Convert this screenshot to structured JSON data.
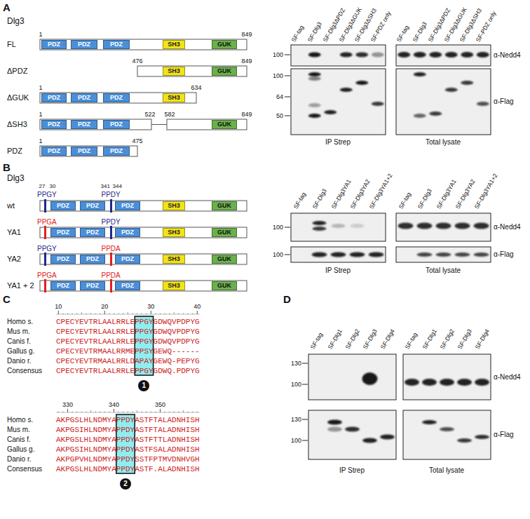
{
  "diagram": {
    "nodes": [
      {
        "text": [
          "PDZ"
        ]
      },
      {
        "text": [
          "PDZ"
        ]
      },
      {
        "text": [
          "PDZ"
        ]
      },
      {
        "text": [
          "SH3"
        ]
      },
      {
        "text": [
          "GUK"
        ]
      },
      {
        "text": [
          "SH3"
        ]
      },
      {
        "text": [
          "GUK"
        ]
      },
      {
        "text": [
          "PDZ"
        ]
      },
      {
        "text": [
          "PDZ"
        ]
      },
      {
        "text": [
          "PDZ"
        ]
      },
      {
        "text": [
          "SH3"
        ]
      },
      {
        "text": [
          "PDZ"
        ]
      },
      {
        "text": [
          "PDZ"
        ]
      },
      {
        "text": [
          "PDZ"
        ]
      },
      {
        "text": [
          "GUK"
        ]
      },
      {
        "text": [
          "PDZ"
        ]
      },
      {
        "text": [
          "PDZ"
        ]
      },
      {
        "text": [
          "PDZ"
        ]
      },
      {
        "text": [
          "PDZ"
        ]
      },
      {
        "text": [
          "PDZ"
        ]
      },
      {
        "text": [
          "PDZ"
        ]
      },
      {
        "text": [
          "SH3"
        ]
      },
      {
        "text": [
          "GUK"
        ]
      },
      {
        "text": [
          "PDZ"
        ]
      },
      {
        "text": [
          "PDZ"
        ]
      },
      {
        "text": [
          "PDZ"
        ]
      },
      {
        "text": [
          "SH3"
        ]
      },
      {
        "text": [
          "GUK"
        ]
      },
      {
        "text": [
          "PDZ"
        ]
      },
      {
        "text": [
          "PDZ"
        ]
      },
      {
        "text": [
          "PDZ"
        ]
      },
      {
        "text": [
          "SH3"
        ]
      },
      {
        "text": [
          "GUK"
        ]
      },
      {
        "text": [
          "PDZ"
        ]
      },
      {
        "text": [
          "PDZ"
        ]
      },
      {
        "text": [
          "PDZ"
        ]
      },
      {
        "text": [
          "SH3"
        ]
      },
      {
        "text": [
          "GUK"
        ]
      },
      {
        "text": [
          "1"
        ]
      },
      {
        "text": [
          "2"
        ]
      }
    ],
    "labels": [
      "A",
      "Dlg3",
      "FL",
      "1",
      "849",
      "ΔPDZ",
      "476",
      "849",
      "ΔGUK",
      "1",
      "634",
      "ΔSH3",
      "1",
      "522",
      "582",
      "849",
      "PDZ",
      "1",
      "475",
      "SF-tag",
      "SF-Dlg3",
      "SF-Dlg3ΔPDZ",
      "SF-Dlg3ΔGUK",
      "SF-Dlg3ΔSH3",
      "SF-PDZ only",
      "SF-tag",
      "SF-Dlg3",
      "SF-Dlg3ΔPDZ",
      "SF-Dlg3ΔGUK",
      "SF-Dlg3ΔSH3",
      "SF-PDZ only",
      "100",
      "100",
      "64",
      "50",
      "α-Nedd4",
      "α-Flag",
      "IP Strep",
      "Total lysate",
      "B",
      "Dlg3",
      "27",
      "30",
      "PPGY",
      "341",
      "344",
      "PPDY",
      "wt",
      "PPGA",
      "PPDY",
      "YA1",
      "PPGY",
      "PPDA",
      "YA2",
      "PPGA",
      "PPDA",
      "YA1 + 2",
      "SF-tag",
      "SF-Dlg3",
      "SF-Dlg3YA1",
      "SF-Dlg3YA2",
      "SF-Dlg3YA1+2",
      "SF-tag",
      "SF-Dlg3",
      "SF-Dlg3YA1",
      "SF-Dlg3YA2",
      "SF-Dlg3YA1+2",
      "100",
      "100",
      "α-Nedd4",
      "α-Flag",
      "IP Strep",
      "Total lysate",
      "C",
      "10",
      "20",
      "30",
      "40",
      "Homo s.",
      "CPECYEVTRLAALRRLEPPGYGDWQVPDPYG",
      "Mus m.",
      "CPECYEVTRLAALRRLEPPGYGDWQVPDPYG",
      "Canis f.",
      "CPECYEVTRLAALRRLEPPGYGDWQVPDPYG",
      "Gallus g.",
      "CPECYEVTRMAALRRMEPPSYGEWQ------",
      "Danio r.",
      "CPECYEVTRMAALRRLDAPAYGEWQ-PEPYG",
      "Consensus",
      "CPECYEVTRLAALRRLEPPGYGDWQ.PDPYG",
      "330",
      "340",
      "350",
      "Homo s.",
      "AKPGSLHLNDMYAPPDYASTFTALADNHISH",
      "Mus m.",
      "AKPGSIHLNDMYAPPDYASTFTALADNHISH",
      "Canis f.",
      "AKPGSLHLNDMYAPPDYASTFTTLADNHISH",
      "Gallus g.",
      "AKPGSIHLNDMYAPPDYASTFSALADNHISH",
      "Danio r.",
      "AKPGPVHLNDMYAPPDYSSTFPTMVDNHVGH",
      "Consensus",
      "AKPGSLHLNDMYAPPDYASTF.ALADNHISH",
      "D",
      "SF-tag",
      "SF-Dlg1",
      "SF-Dlg2",
      "SF-Dlg3",
      "SF-Dlg4",
      "SF-tag",
      "SF-Dlg1",
      "SF-Dlg2",
      "SF-Dlg3",
      "SF-Dlg4",
      "130",
      "100",
      "130",
      "100",
      "α-Nedd4",
      "α-Flag",
      "IP Strep",
      "Total lysate"
    ]
  }
}
